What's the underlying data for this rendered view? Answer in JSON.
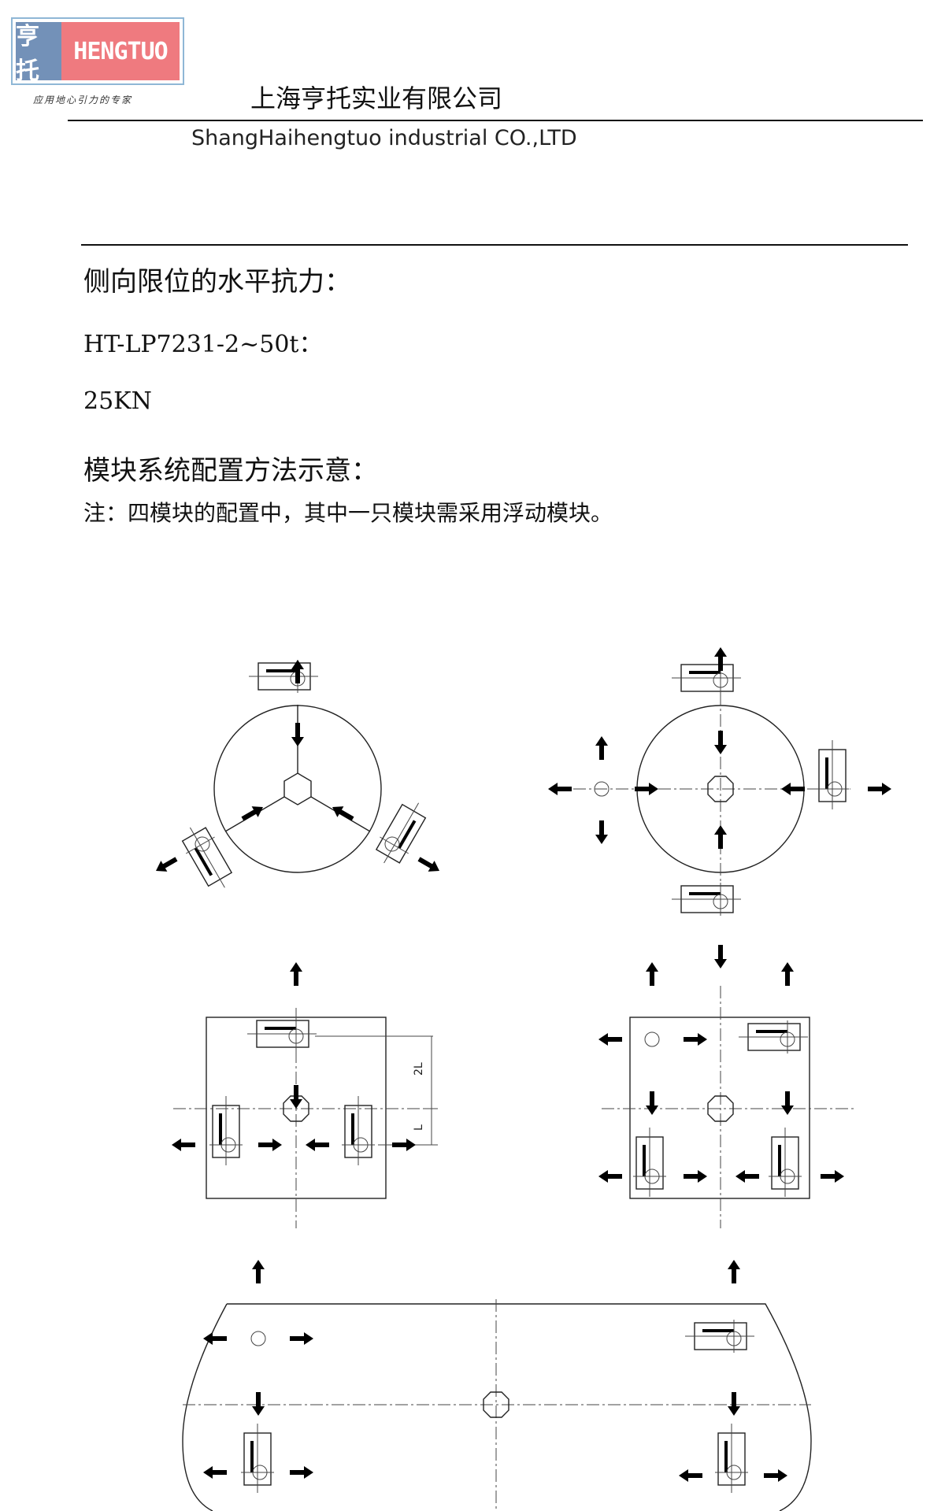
{
  "header": {
    "logo_cn": "亨托",
    "logo_en": "HENGTUO",
    "slogan": "应用地心引力的专家",
    "company_cn": "上海亨托实业有限公司",
    "company_en": "ShangHaihengtuo industrial CO.,LTD"
  },
  "content": {
    "heading_force": "侧向限位的水平抗力：",
    "model": "HT-LP7231-2~50t：",
    "force_value": "25KN",
    "heading_config": "模块系统配置方法示意：",
    "note": "注：四模块的配置中，其中一只模块需采用浮动模块。"
  },
  "diagram": {
    "dim_2l": "2L",
    "dim_l": "L"
  },
  "colors": {
    "logo_blue": "#7391b8",
    "logo_red": "#ef7a7f",
    "logo_border": "#8fb7d6"
  }
}
